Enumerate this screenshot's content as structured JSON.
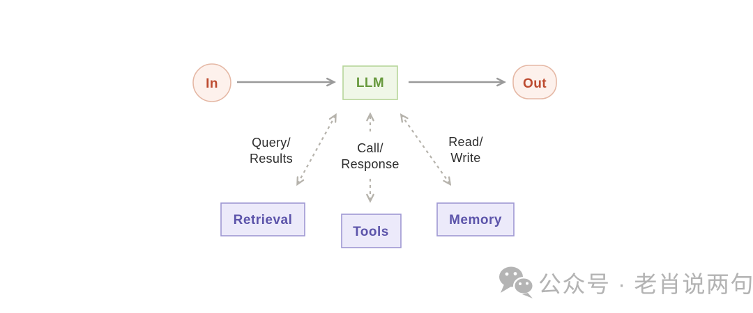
{
  "diagram": {
    "nodes": {
      "in": {
        "label": "In"
      },
      "llm": {
        "label": "LLM"
      },
      "out": {
        "label": "Out"
      },
      "retrieval": {
        "label": "Retrieval"
      },
      "tools": {
        "label": "Tools"
      },
      "memory": {
        "label": "Memory"
      }
    },
    "edge_labels": {
      "retrieval": {
        "line1": "Query/",
        "line2": "Results"
      },
      "tools": {
        "line1": "Call/",
        "line2": "Response"
      },
      "memory": {
        "line1": "Read/",
        "line2": "Write"
      }
    }
  },
  "watermark": {
    "icon": "wechat-icon",
    "text": "公众号 · 老肖说两句"
  },
  "colors": {
    "background": "#ffffff",
    "io_fill": "#fdf1ec",
    "io_border": "#e5b8a5",
    "io_text": "#bd4b30",
    "llm_fill": "#f0f7e8",
    "llm_border": "#b7d69a",
    "llm_text": "#67993d",
    "module_fill": "#eceafa",
    "module_border": "#9e98d3",
    "module_text": "#5c54aa",
    "solid_arrow": "#9a9a9a",
    "dashed_arrow": "#b6b3ac",
    "edge_label_text": "#2d2d2d",
    "watermark_gray": "#b3b3b3"
  }
}
